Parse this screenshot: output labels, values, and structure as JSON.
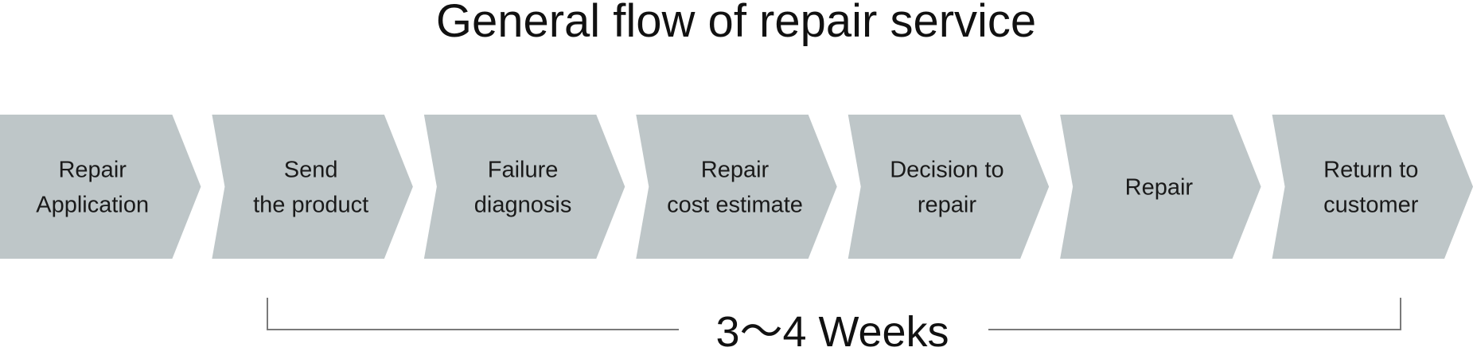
{
  "title": "General flow of repair service",
  "steps": [
    {
      "lines": [
        "Repair",
        "Application"
      ]
    },
    {
      "lines": [
        "Send",
        "the product"
      ]
    },
    {
      "lines": [
        "Failure",
        "diagnosis"
      ]
    },
    {
      "lines": [
        "Repair",
        "cost estimate"
      ]
    },
    {
      "lines": [
        "Decision to",
        "repair"
      ]
    },
    {
      "lines": [
        "Repair"
      ]
    },
    {
      "lines": [
        "Return to",
        "customer"
      ]
    }
  ],
  "duration": {
    "label": "3～4 Weeks"
  },
  "colors": {
    "step_fill": "#bec6c8",
    "text": "#1a1a1a",
    "bracket": "#7a7a7a"
  }
}
